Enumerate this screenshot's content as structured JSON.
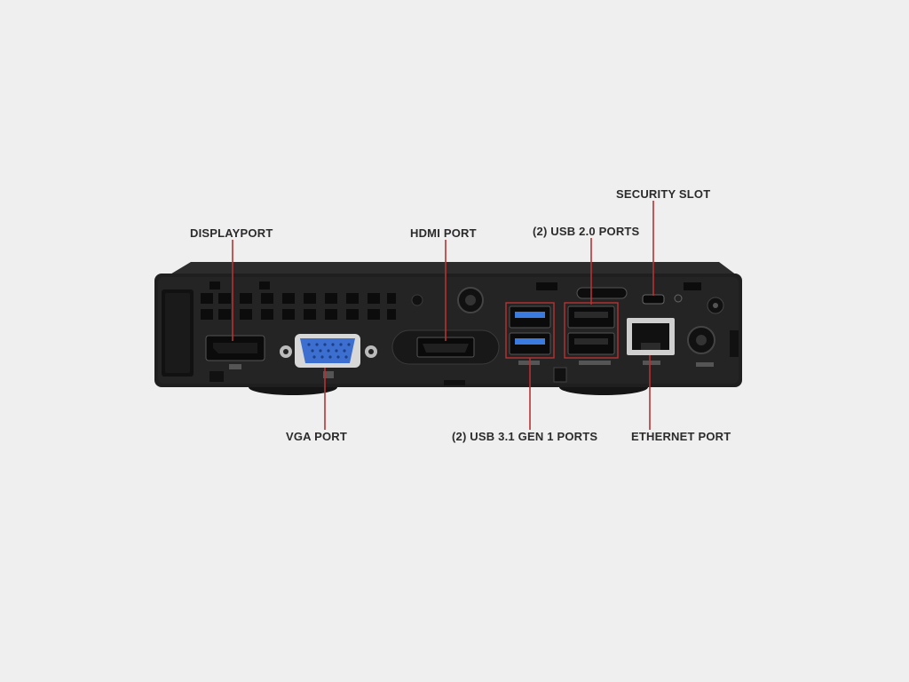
{
  "labels": {
    "displayport": "DISPLAYPORT",
    "hdmi_port": "HDMI PORT",
    "usb2_ports": "(2) USB 2.0 PORTS",
    "security_slot": "SECURITY SLOT",
    "vga_port": "VGA PORT",
    "usb3_ports": "(2) USB 3.1 GEN 1 PORTS",
    "ethernet_port": "ETHERNET PORT"
  },
  "colors": {
    "background": "#efefef",
    "chassis": "#1e1e1e",
    "callout_line": "#b83232",
    "vga_blue": "#3c6fd0",
    "usb3_blue": "#3b7be0"
  }
}
